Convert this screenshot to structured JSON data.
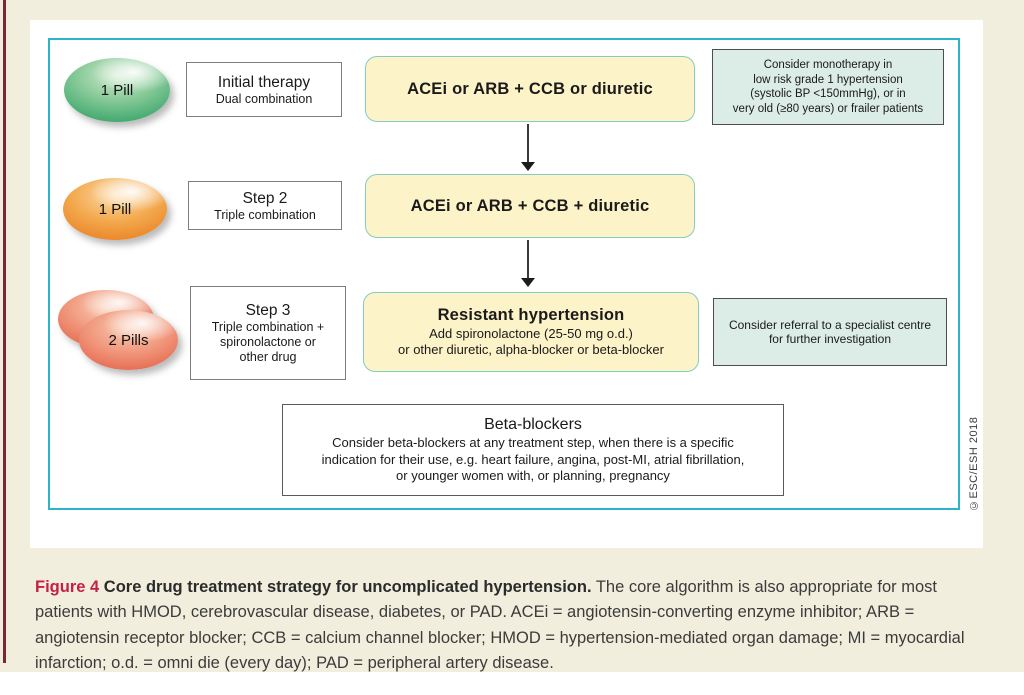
{
  "diagram": {
    "rows": [
      {
        "pill": {
          "label": "1 Pill",
          "color_name": "green"
        },
        "step": {
          "title": "Initial therapy",
          "subtitle": "Dual combination"
        },
        "therapy": {
          "title": "ACEi or ARB + CCB or diuretic",
          "detail": ""
        },
        "note": "Consider monotherapy in\nlow risk grade 1 hypertension\n(systolic BP <150mmHg), or in\nvery old (≥80 years) or frailer patients"
      },
      {
        "pill": {
          "label": "1 Pill",
          "color_name": "orange"
        },
        "step": {
          "title": "Step 2",
          "subtitle": "Triple combination"
        },
        "therapy": {
          "title": "ACEi or ARB + CCB + diuretic",
          "detail": ""
        }
      },
      {
        "pill": {
          "label": "2 Pills",
          "color_name": "red"
        },
        "step": {
          "title": "Step 3",
          "subtitle": "Triple combination +\nspironolactone or\nother drug"
        },
        "therapy": {
          "title": "Resistant hypertension",
          "detail": "Add spironolactone (25-50 mg o.d.)\nor other diuretic, alpha-blocker or beta-blocker"
        },
        "note": "Consider referral to a specialist centre\nfor further investigation"
      }
    ],
    "beta_blockers": {
      "title": "Beta-blockers",
      "body": "Consider beta-blockers at any treatment step, when there is a specific\nindication for their use, e.g. heart failure, angina, post-MI, atrial fibrillation,\nor younger women with, or planning, pregnancy"
    },
    "copyright": "©ESC/ESH 2018"
  },
  "caption": {
    "label": "Figure 4",
    "title": "Core drug treatment strategy for uncomplicated hypertension.",
    "body": "The core algorithm is also appropriate for most patients with HMOD, cerebrovascular disease, diabetes, or PAD. ACEi = angiotensin-converting enzyme inhibitor; ARB = angiotensin receptor blocker; CCB = calcium channel blocker; HMOD = hypertension-mediated organ damage; MI = myocardial infarction; o.d. = omni die (every day); PAD = peripheral artery disease."
  },
  "colors": {
    "frame_teal": "#2fb3c6",
    "therapy_yellow": "#fdf3c8",
    "therapy_border_teal": "#85ccc0",
    "note_blue": "#dcece7",
    "caption_red": "#c51f45",
    "page_cream": "#f2eedd",
    "margin_maroon": "#7a2837"
  }
}
